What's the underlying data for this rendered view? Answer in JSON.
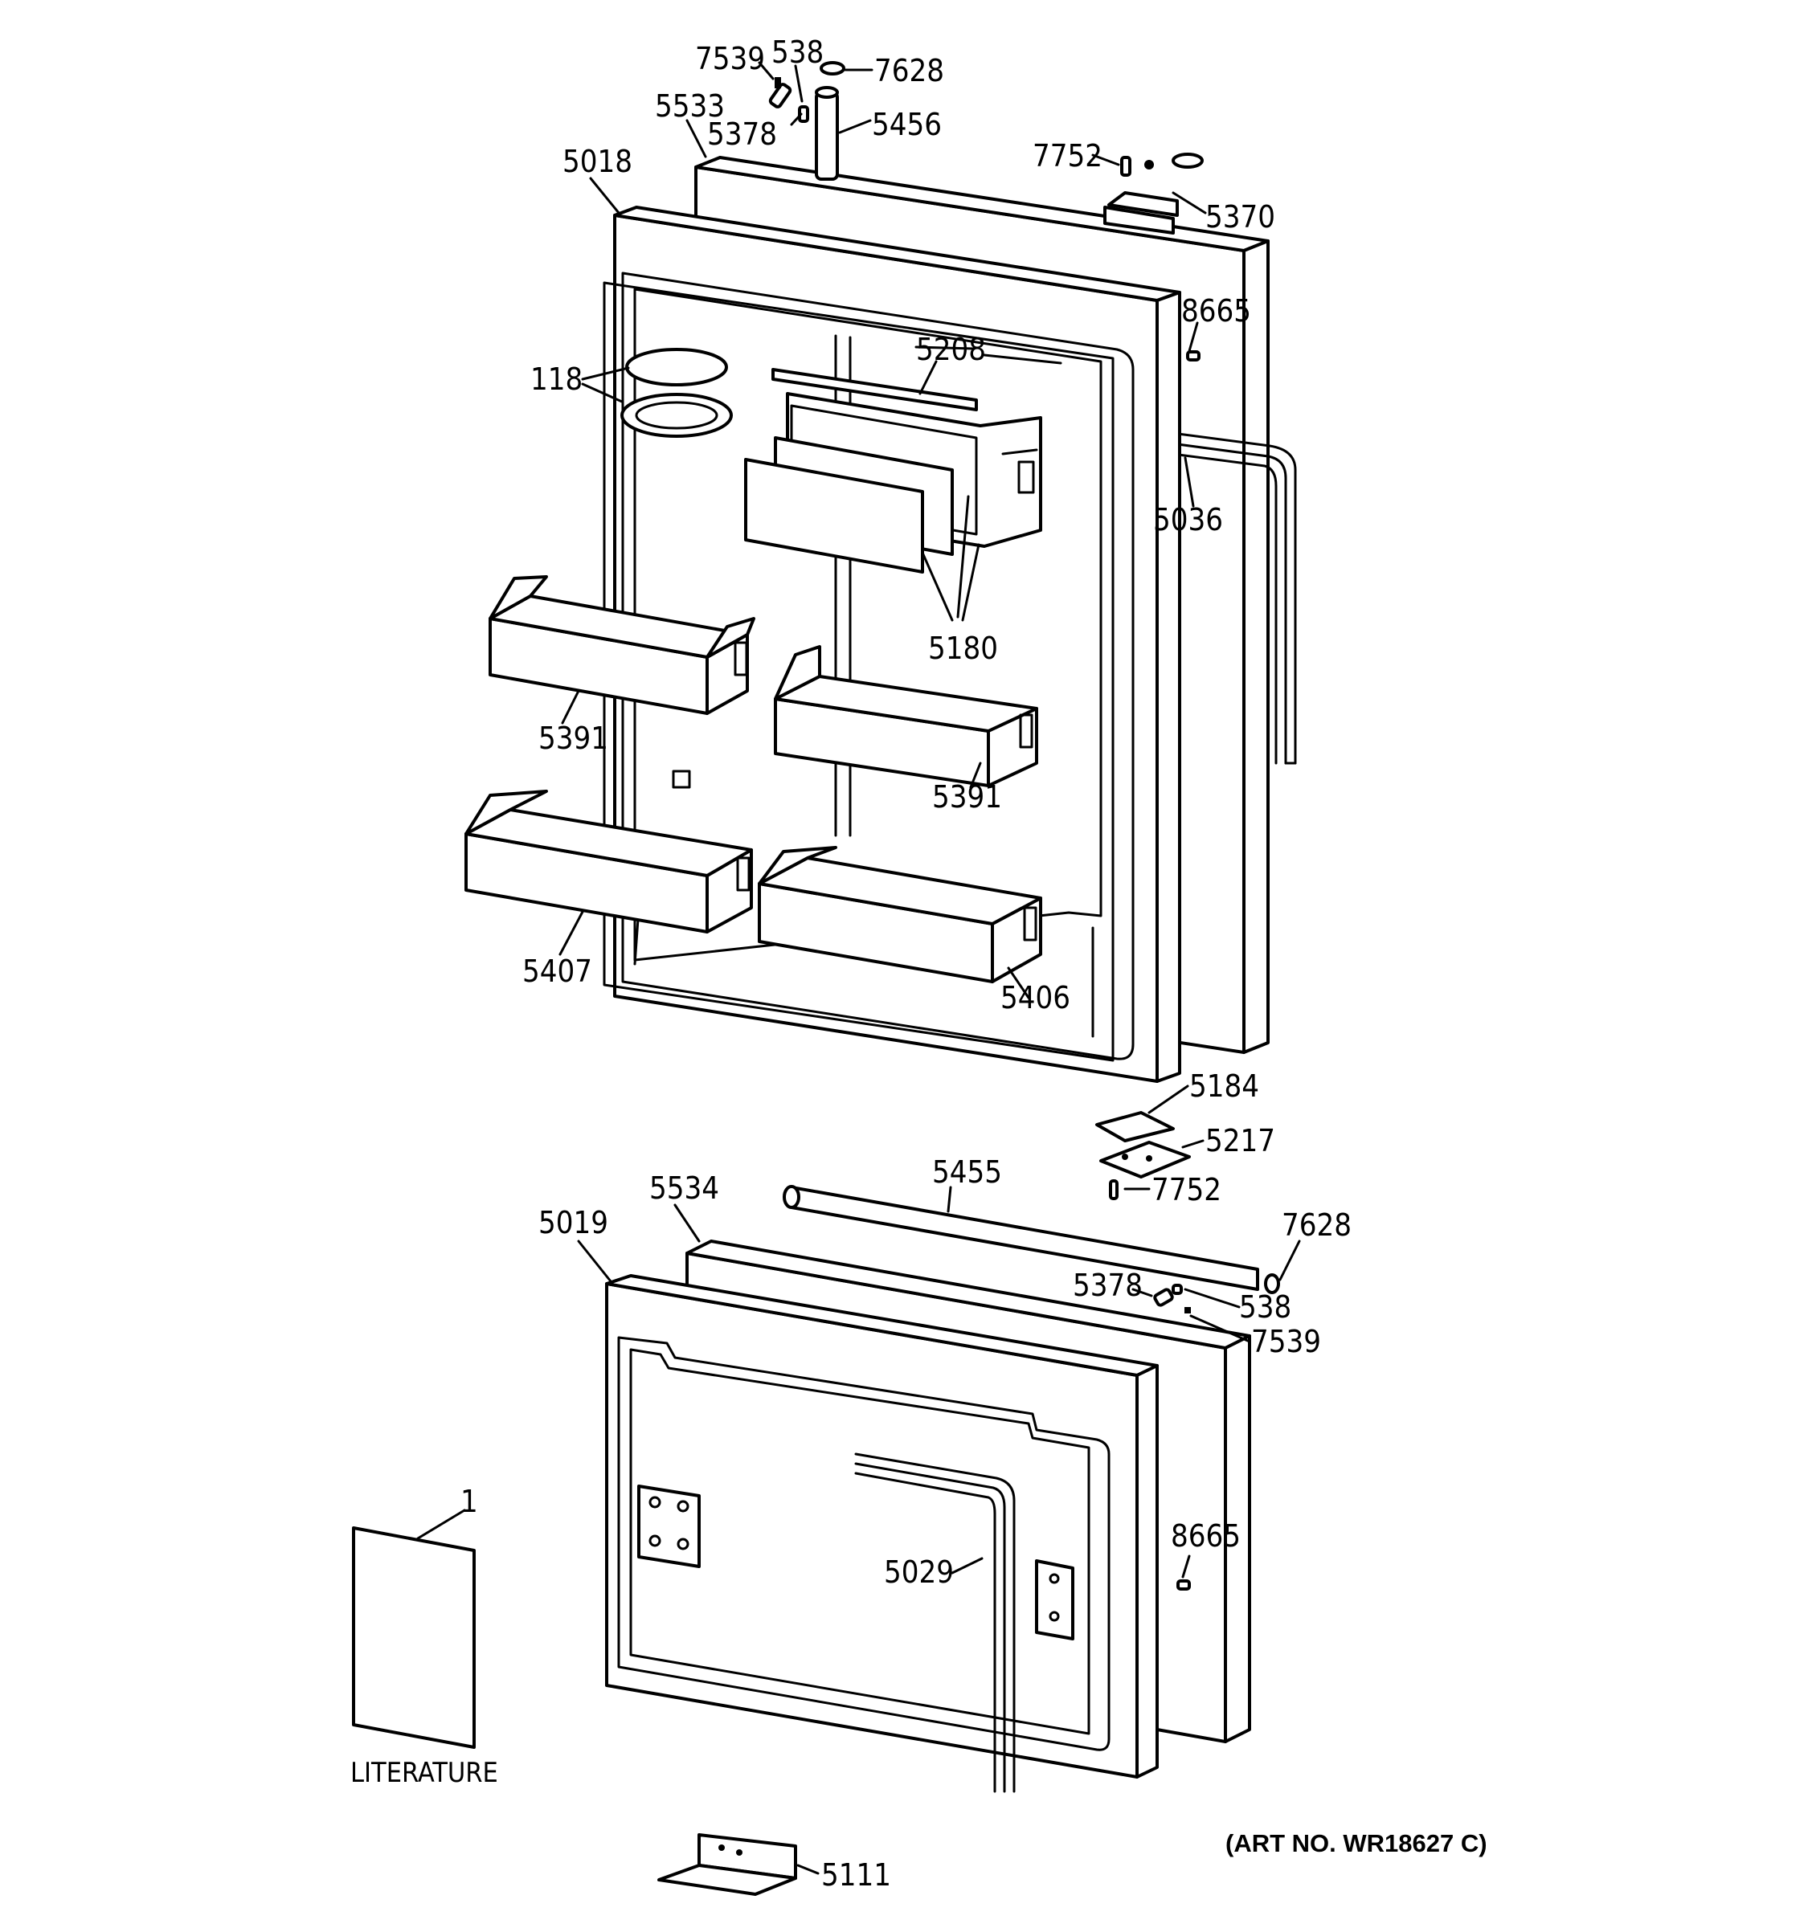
{
  "callouts": [
    {
      "id": "c-7539-top",
      "text": "7539"
    },
    {
      "id": "c-538-top",
      "text": "538"
    },
    {
      "id": "c-7628-top",
      "text": "7628"
    },
    {
      "id": "c-5533",
      "text": "5533"
    },
    {
      "id": "c-5378-top",
      "text": "5378"
    },
    {
      "id": "c-5456",
      "text": "5456"
    },
    {
      "id": "c-5018",
      "text": "5018"
    },
    {
      "id": "c-7752-top",
      "text": "7752"
    },
    {
      "id": "c-5370",
      "text": "5370"
    },
    {
      "id": "c-8665-top",
      "text": "8665"
    },
    {
      "id": "c-5208",
      "text": "5208"
    },
    {
      "id": "c-118",
      "text": "118"
    },
    {
      "id": "c-5036",
      "text": "5036"
    },
    {
      "id": "c-5180",
      "text": "5180"
    },
    {
      "id": "c-5391-left",
      "text": "5391"
    },
    {
      "id": "c-5391-right",
      "text": "5391"
    },
    {
      "id": "c-5407",
      "text": "5407"
    },
    {
      "id": "c-5406",
      "text": "5406"
    },
    {
      "id": "c-5184",
      "text": "5184"
    },
    {
      "id": "c-5217",
      "text": "5217"
    },
    {
      "id": "c-7752-bottom",
      "text": "7752"
    },
    {
      "id": "c-5455",
      "text": "5455"
    },
    {
      "id": "c-5534",
      "text": "5534"
    },
    {
      "id": "c-5019",
      "text": "5019"
    },
    {
      "id": "c-7628-bottom",
      "text": "7628"
    },
    {
      "id": "c-5378-bottom",
      "text": "5378"
    },
    {
      "id": "c-538-bottom",
      "text": "538"
    },
    {
      "id": "c-7539-bottom",
      "text": "7539"
    },
    {
      "id": "c-1",
      "text": "1"
    },
    {
      "id": "c-8665-bottom",
      "text": "8665"
    },
    {
      "id": "c-5029",
      "text": "5029"
    },
    {
      "id": "c-5111",
      "text": "5111"
    }
  ],
  "literature_label": "LITERATURE",
  "art_number": "(ART NO. WR18627 C)"
}
